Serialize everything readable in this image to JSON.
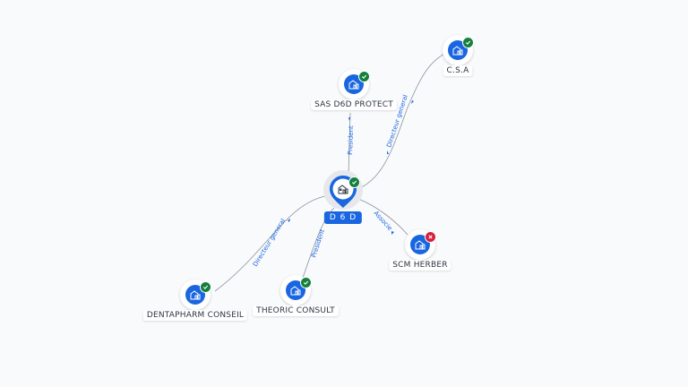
{
  "center": {
    "name": "D 6 D",
    "status": "ok",
    "icon": "building-icon"
  },
  "nodes": [
    {
      "id": "sas",
      "name": "SAS D6D PROTECT",
      "status": "ok",
      "icon": "building-icon",
      "relation": "President"
    },
    {
      "id": "csa",
      "name": "C.S.A",
      "status": "ok",
      "icon": "building-icon",
      "relation": "Directeur general"
    },
    {
      "id": "dentapharm",
      "name": "DENTAPHARM CONSEIL",
      "status": "ok",
      "icon": "building-icon",
      "relation": "Directeur general"
    },
    {
      "id": "theoric",
      "name": "THEORIC CONSULT",
      "status": "ok",
      "icon": "building-icon",
      "relation": "President"
    },
    {
      "id": "scm",
      "name": "SCM HERBER",
      "status": "ko",
      "icon": "building-icon",
      "relation": "Associe"
    }
  ],
  "colors": {
    "primary": "#1a66e0",
    "ok": "#15803d",
    "ko": "#d6203a",
    "edge": "#8a929c"
  }
}
